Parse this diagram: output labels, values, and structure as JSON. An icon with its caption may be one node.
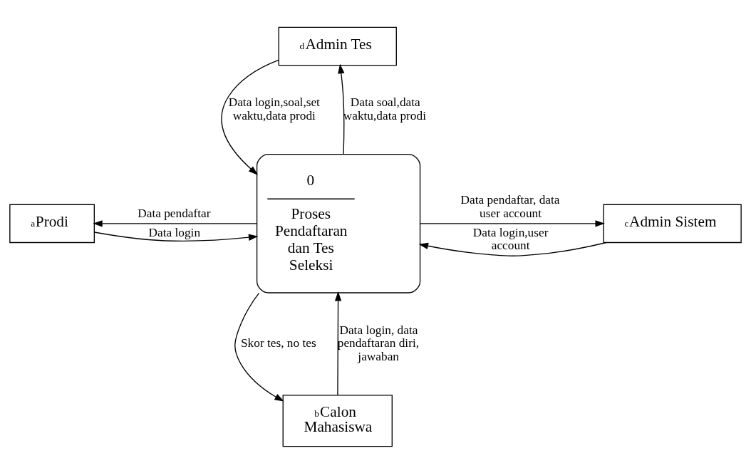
{
  "diagram": {
    "nodes": [
      {
        "text": [
          "d",
          "Admin Tes"
        ]
      },
      {
        "text": [
          "a",
          "Prodi"
        ]
      },
      {
        "text": [
          "0",
          "Proses Pendaftaran dan Tes Seleksi"
        ]
      },
      {
        "text": [
          "c",
          "Admin Sistem"
        ]
      },
      {
        "text": [
          "b",
          "Calon Mahasiswa"
        ]
      }
    ],
    "edges": [
      {
        "from": 2,
        "to": 0,
        "arrow": "to",
        "label": "Data soal,data waktu,data prodi"
      },
      {
        "from": 0,
        "to": 2,
        "arrow": "to",
        "label": "Data login,soal,set waktu,data prodi"
      },
      {
        "from": 1,
        "to": 2,
        "arrow": "to",
        "label": "Data login"
      },
      {
        "from": 2,
        "to": 1,
        "arrow": "to",
        "label": "Data pendaftar"
      },
      {
        "from": 3,
        "to": 2,
        "arrow": "to",
        "label": "Data login,user account"
      },
      {
        "from": 2,
        "to": 3,
        "arrow": "to",
        "label": "Data pendaftar, data user account"
      },
      {
        "from": 2,
        "to": 4,
        "arrow": "to",
        "label": "Skor tes, no tes"
      },
      {
        "from": 4,
        "to": 2,
        "arrow": "to",
        "label": "Data login, data pendaftaran diri, jawaban"
      }
    ]
  }
}
